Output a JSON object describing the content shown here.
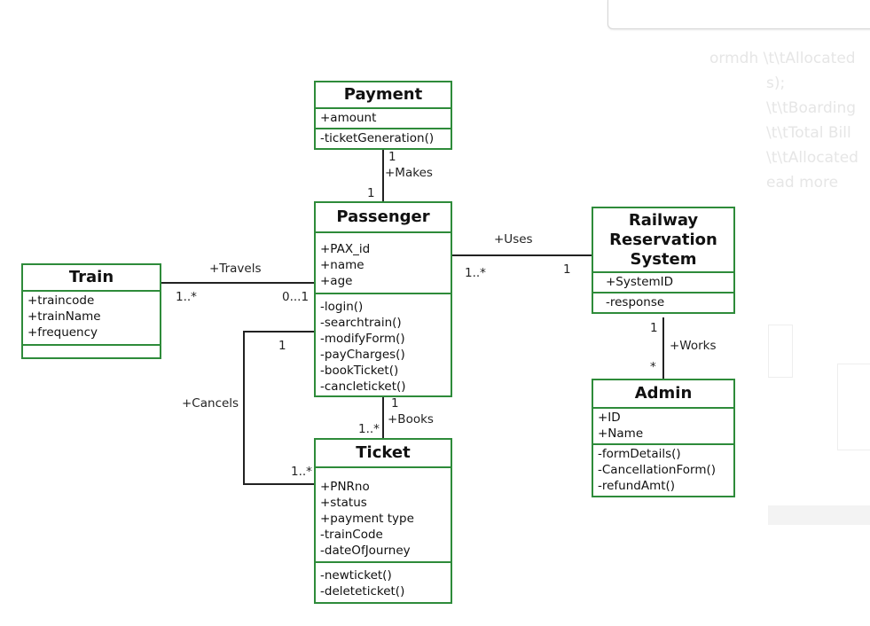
{
  "classes": {
    "payment": {
      "title": "Payment",
      "attributes": [
        "+amount"
      ],
      "methods": [
        "-ticketGeneration()"
      ]
    },
    "passenger": {
      "title": "Passenger",
      "attributes": [
        "+PAX_id",
        "+name",
        "+age"
      ],
      "methods": [
        "-login()",
        "-searchtrain()",
        "-modifyForm()",
        "-payCharges()",
        "-bookTicket()",
        "-cancleticket()"
      ]
    },
    "train": {
      "title": "Train",
      "attributes": [
        "+traincode",
        "+trainName",
        "+frequency"
      ],
      "methods": []
    },
    "railway": {
      "title_lines": [
        "Railway",
        "Reservation",
        "System"
      ],
      "attributes": [
        "+SystemID"
      ],
      "methods": [
        "-response"
      ]
    },
    "admin": {
      "title": "Admin",
      "attributes": [
        "+ID",
        "+Name"
      ],
      "methods": [
        "-formDetails()",
        "-CancellationForm()",
        "-refundAmt()"
      ]
    },
    "ticket": {
      "title": "Ticket",
      "attributes": [
        "+PNRno",
        "+status",
        "+payment type",
        "-trainCode",
        "-dateOfJourney"
      ],
      "methods": [
        "-newticket()",
        "-deleteticket()"
      ]
    }
  },
  "associations": {
    "makes": {
      "label": "+Makes",
      "mult_top": "1",
      "mult_bottom": "1"
    },
    "travels": {
      "label": "+Travels",
      "mult_train": "1..*",
      "mult_passenger": "0...1"
    },
    "uses": {
      "label": "+Uses",
      "mult_passenger": "1..*",
      "mult_system": "1"
    },
    "works": {
      "label": "+Works",
      "mult_system": "1",
      "mult_admin": "*"
    },
    "books": {
      "label": "+Books",
      "mult_passenger": "1",
      "mult_ticket": "1..*"
    },
    "cancels": {
      "label": "+Cancels",
      "mult_passenger": "1",
      "mult_ticket": "1..*"
    }
  },
  "background": {
    "lines": [
      "ormdh \\t\\tAllocated",
      "s);",
      "\\t\\tBoarding",
      "\\t\\tTotal Bill",
      "\\t\\tAllocated",
      "ead more"
    ]
  },
  "colors": {
    "border": "#2e8b3a",
    "line": "#222222"
  }
}
